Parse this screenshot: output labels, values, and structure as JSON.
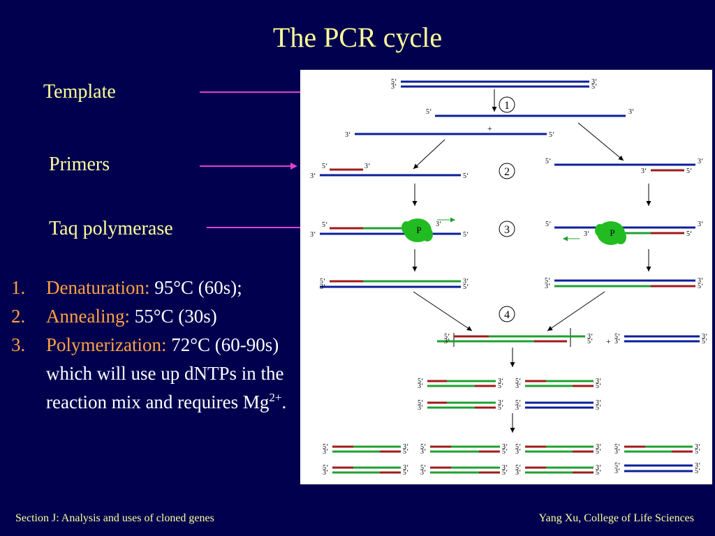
{
  "title": "The PCR cycle",
  "labels": {
    "template": "Template",
    "primers": "Primers",
    "taq": "Taq polymerase"
  },
  "steps": [
    {
      "number": "1.",
      "name": "Denaturation:",
      "detail": " 95°C (60s);"
    },
    {
      "number": "2.",
      "name": "Annealing:",
      "detail": " 55°C (30s)"
    },
    {
      "number": "3.",
      "name": "Polymerization:",
      "detail": " 72°C (60-90s) which will use up dNTPs in the reaction mix and requires Mg",
      "sup": "2+",
      "end": "."
    }
  ],
  "diagram": {
    "step_numbers": [
      "1",
      "2",
      "3",
      "4"
    ],
    "five_prime": "5‘",
    "three_prime": "3‘",
    "plus": "+",
    "polymerase": "P"
  },
  "colors": {
    "background": "#00004f",
    "title": "#ffff99",
    "accent": "#ffa340",
    "pointer": "#e040d0",
    "template_strand": "#0b1f99",
    "primer": "#a01a1a",
    "new_strand": "#1fa030",
    "polymerase": "#22bb22"
  },
  "footer": {
    "left": "Section J: Analysis and uses of cloned genes",
    "right": "Yang Xu, College of Life Sciences"
  }
}
